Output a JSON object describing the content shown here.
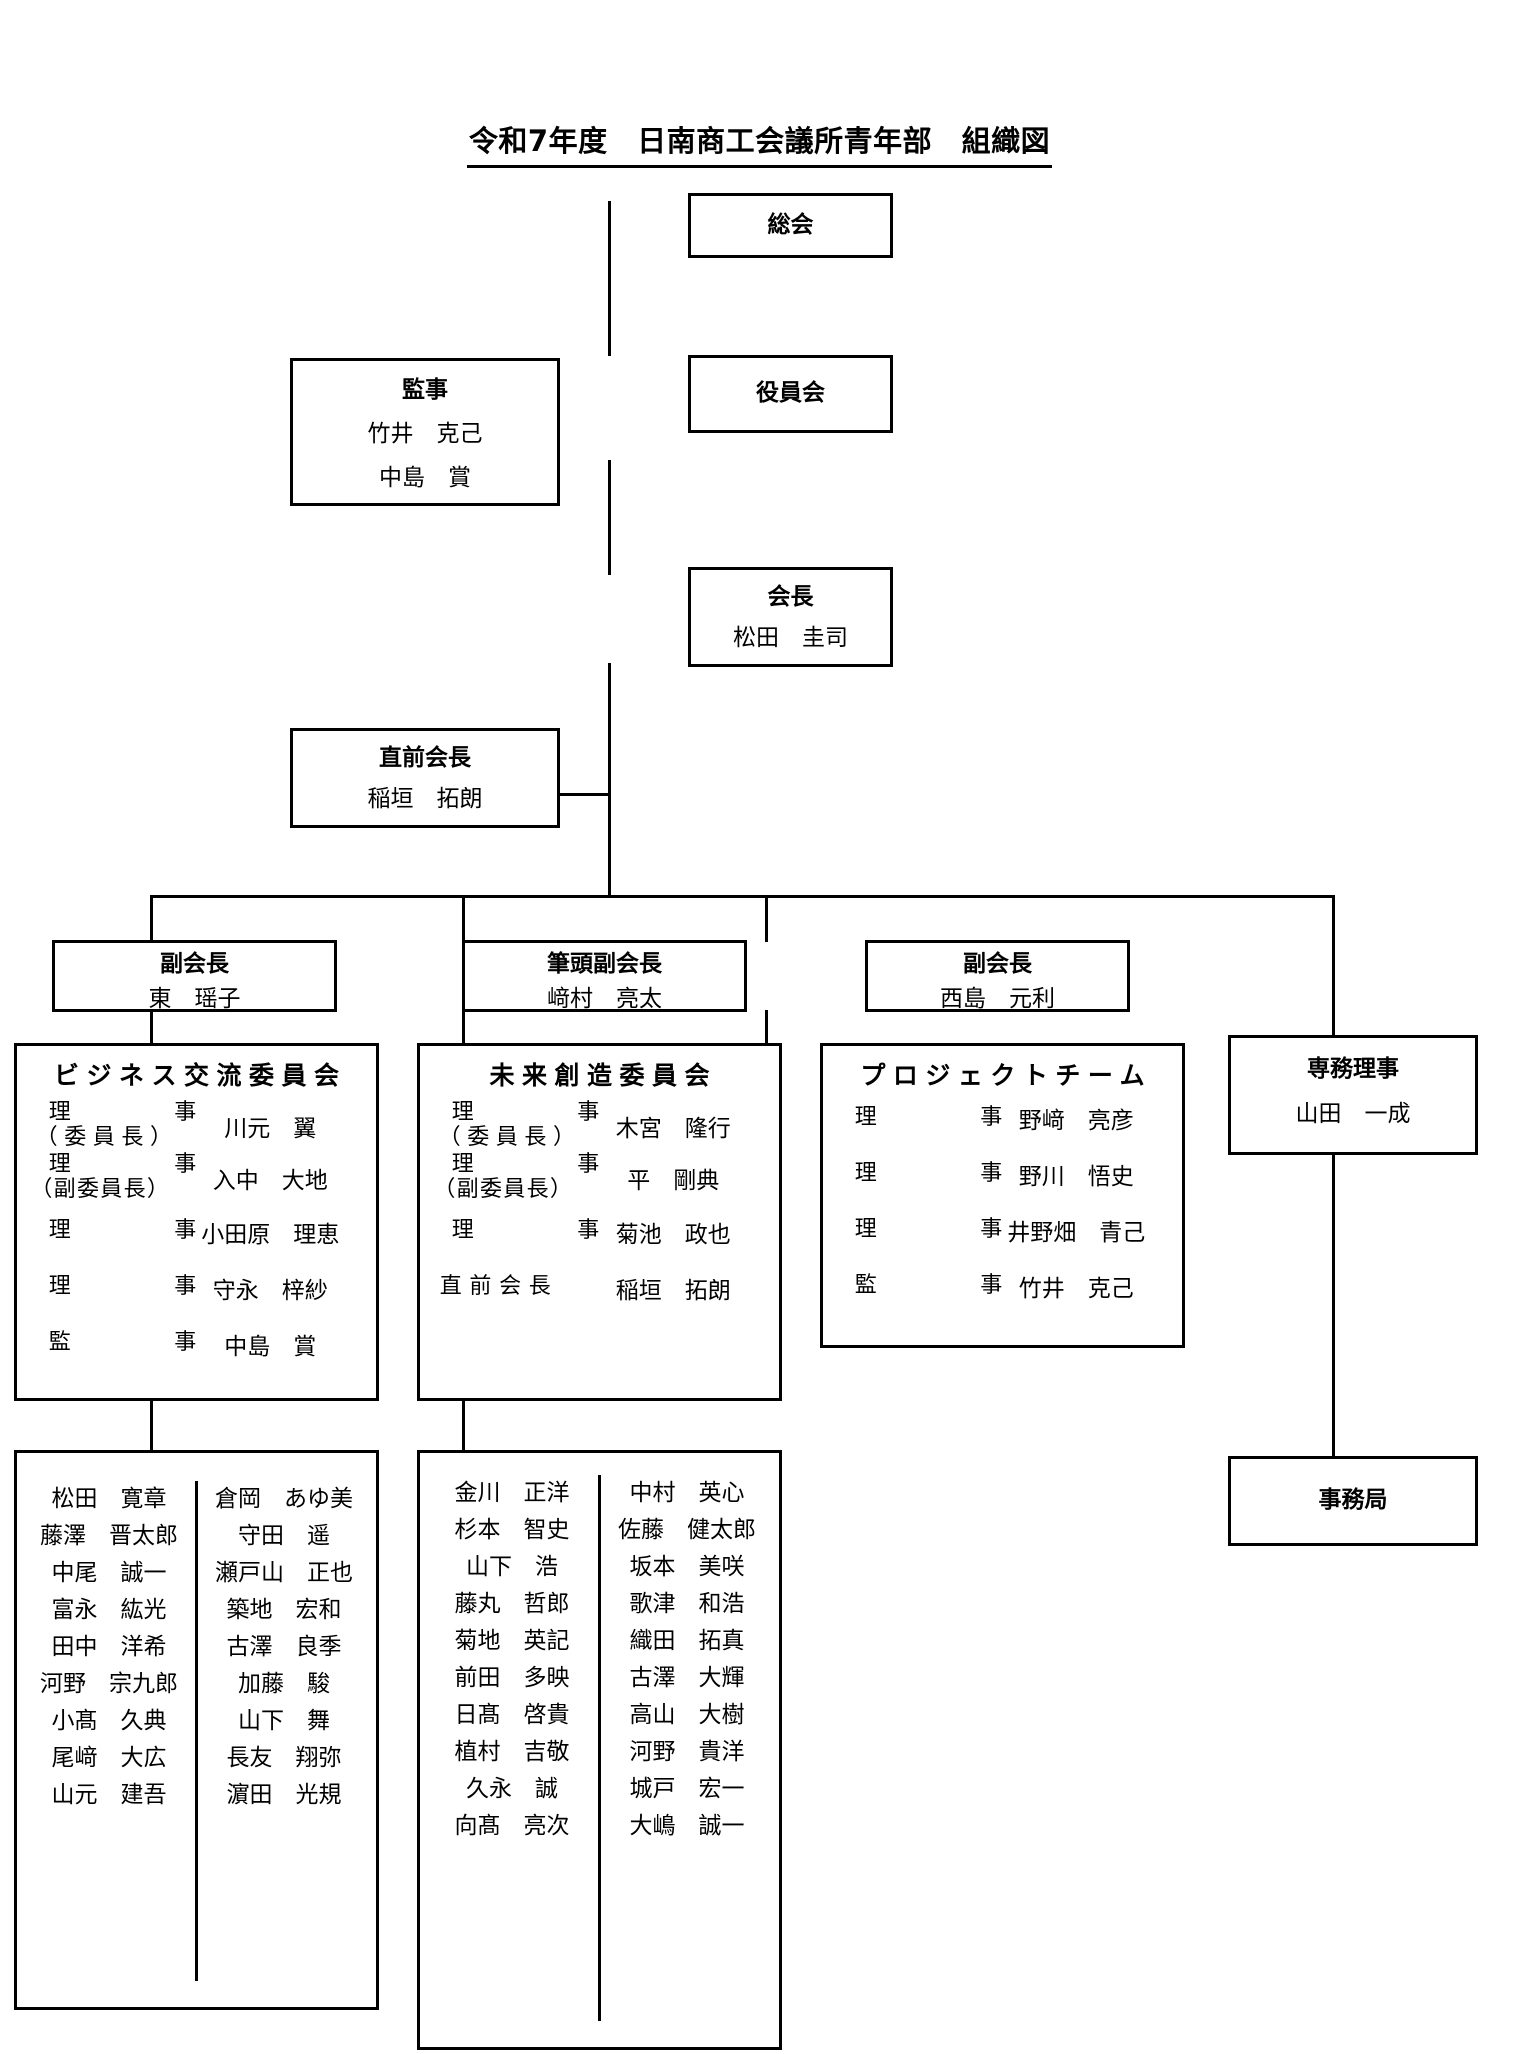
{
  "title": "令和7年度　日南商工会議所青年部　組織図",
  "nodes": {
    "general_meeting": {
      "title": "総会"
    },
    "board": {
      "title": "役員会"
    },
    "auditors": {
      "title": "監事",
      "member1": "竹井　克己",
      "member2": "中島　賞"
    },
    "president": {
      "title": "会長",
      "name": "松田　圭司"
    },
    "immediate_past_president": {
      "title": "直前会長",
      "name": "稲垣　拓朗"
    },
    "vice_president_left": {
      "title": "副会長",
      "name": "東　瑶子"
    },
    "senior_vice_president": {
      "title": "筆頭副会長",
      "name": "﨑村　亮太"
    },
    "vice_president_right": {
      "title": "副会長",
      "name": "西島　元利"
    },
    "managing_director": {
      "title": "専務理事",
      "name": "山田　一成"
    },
    "secretariat": {
      "title": "事務局"
    }
  },
  "committees": {
    "business": {
      "heading": "ビジネス交流委員会",
      "rows": [
        {
          "role": "理　　事",
          "role_sub": "（委員長）",
          "name": "川元　翼"
        },
        {
          "role": "理　　事",
          "role_sub": "（副委員長）",
          "name": "入中　大地"
        },
        {
          "role": "理　　事",
          "role_sub": "",
          "name": "小田原　理恵"
        },
        {
          "role": "理　　事",
          "role_sub": "",
          "name": "守永　梓紗"
        },
        {
          "role": "監　　事",
          "role_sub": "",
          "name": "中島　賞"
        }
      ]
    },
    "future": {
      "heading": "未来創造委員会",
      "rows": [
        {
          "role": "理　　事",
          "role_sub": "（委員長）",
          "name": "木宮　隆行"
        },
        {
          "role": "理　　事",
          "role_sub": "（副委員長）",
          "name": "平　剛典"
        },
        {
          "role": "理　　事",
          "role_sub": "",
          "name": "菊池　政也"
        },
        {
          "role": "直前会長",
          "role_sub": "",
          "name": "稲垣　拓朗"
        }
      ]
    },
    "project": {
      "heading": "プロジェクトチーム",
      "rows": [
        {
          "role": "理　　事",
          "role_sub": "",
          "name": "野﨑　亮彦"
        },
        {
          "role": "理　　事",
          "role_sub": "",
          "name": "野川　悟史"
        },
        {
          "role": "理　　事",
          "role_sub": "",
          "name": "井野畑　青己"
        },
        {
          "role": "監　　事",
          "role_sub": "",
          "name": "竹井　克己"
        }
      ]
    }
  },
  "member_lists": {
    "business": {
      "column_left": [
        "松田　寛章",
        "藤澤　晋太郎",
        "中尾　誠一",
        "富永　紘光",
        "田中　洋希",
        "河野　宗九郎",
        "小髙　久典",
        "尾﨑　大広",
        "山元　建吾"
      ],
      "column_right": [
        "倉岡　あゆ美",
        "守田　遥",
        "瀬戸山　正也",
        "築地　宏和",
        "古澤　良季",
        "加藤　駿",
        "山下　舞",
        "長友　翔弥",
        "濵田　光規"
      ]
    },
    "future": {
      "column_left": [
        "金川　正洋",
        "杉本　智史",
        "山下　浩",
        "藤丸　哲郎",
        "菊地　英記",
        "前田　多映",
        "日髙　啓貴",
        "植村　吉敬",
        "久永　誠",
        "向髙　亮次"
      ],
      "column_right": [
        "中村　英心",
        "佐藤　健太郎",
        "坂本　美咲",
        "歌津　和浩",
        "織田　拓真",
        "古澤　大輝",
        "高山　大樹",
        "河野　貴洋",
        "城戸　宏一",
        "大嶋　誠一"
      ]
    }
  },
  "colors": {
    "line": "#000000",
    "background": "#ffffff",
    "text": "#000000"
  }
}
